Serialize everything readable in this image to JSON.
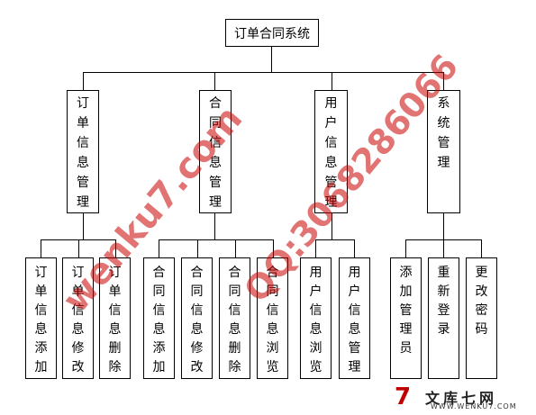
{
  "root": {
    "label": "订单合同系统"
  },
  "modules": [
    {
      "label": "订单信息管理"
    },
    {
      "label": "合同信息管理"
    },
    {
      "label": "用户信息管理"
    },
    {
      "label": "系统管理"
    }
  ],
  "leaves": [
    {
      "label": "订单信息添加"
    },
    {
      "label": "订单信息修改"
    },
    {
      "label": "订单信息删除"
    },
    {
      "label": "合同信息添加"
    },
    {
      "label": "合同信息修改"
    },
    {
      "label": "合同信息删除"
    },
    {
      "label": "合同信息浏览"
    },
    {
      "label": "用户信息浏览"
    },
    {
      "label": "用户信息管理"
    },
    {
      "label": "添加管理员"
    },
    {
      "label": "重新登录"
    },
    {
      "label": "更改密码"
    }
  ],
  "watermark": {
    "text_left": "wenku7.com",
    "text_right": "QQ:3068286066"
  },
  "footer_logo": {
    "mark": "7",
    "name": "文库七网",
    "url": "WWW.WENKU7.COM"
  }
}
